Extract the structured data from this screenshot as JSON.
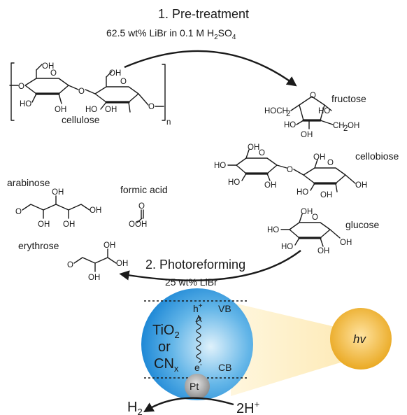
{
  "step1": {
    "title": "1. Pre-treatment",
    "conditions": "62.5 wt% LiBr in 0.1 M H",
    "sub2": "2",
    "so4": "SO",
    "sub4": "4"
  },
  "step2": {
    "title": "2. Photoreforming",
    "conditions": "25 wt% LiBr"
  },
  "molecules": {
    "cellulose": "cellulose",
    "n": "n",
    "fructose": "fructose",
    "cellobiose": "cellobiose",
    "arabinose": "arabinose",
    "formic_acid": "formic acid",
    "glucose": "glucose",
    "erythrose": "erythrose"
  },
  "atoms": {
    "oh": "OH",
    "ho": "HO",
    "o": "O",
    "hoch2": "HOCH",
    "ch2oh": "CH",
    "two": "2"
  },
  "catalyst": {
    "tio": "TiO",
    "tio_sub": "2",
    "or": "or",
    "cn": "CN",
    "cn_sub": "x",
    "vb": "VB",
    "cb": "CB",
    "hole": "h",
    "hole_sup": "+",
    "electron": "e",
    "electron_sup": "-",
    "pt": "Pt",
    "hv": "hv",
    "h2": "H",
    "h2_sub": "2",
    "protons": "2H",
    "protons_sup": "+"
  },
  "colors": {
    "sphere_core": "#1e88d6",
    "sphere_edge": "#dff1fb",
    "sun_core": "#ffe3a0",
    "sun_edge": "#e8a418",
    "beam": "#fff1c9",
    "pt_core": "#e6e6e6",
    "pt_edge": "#8a8a8a"
  }
}
